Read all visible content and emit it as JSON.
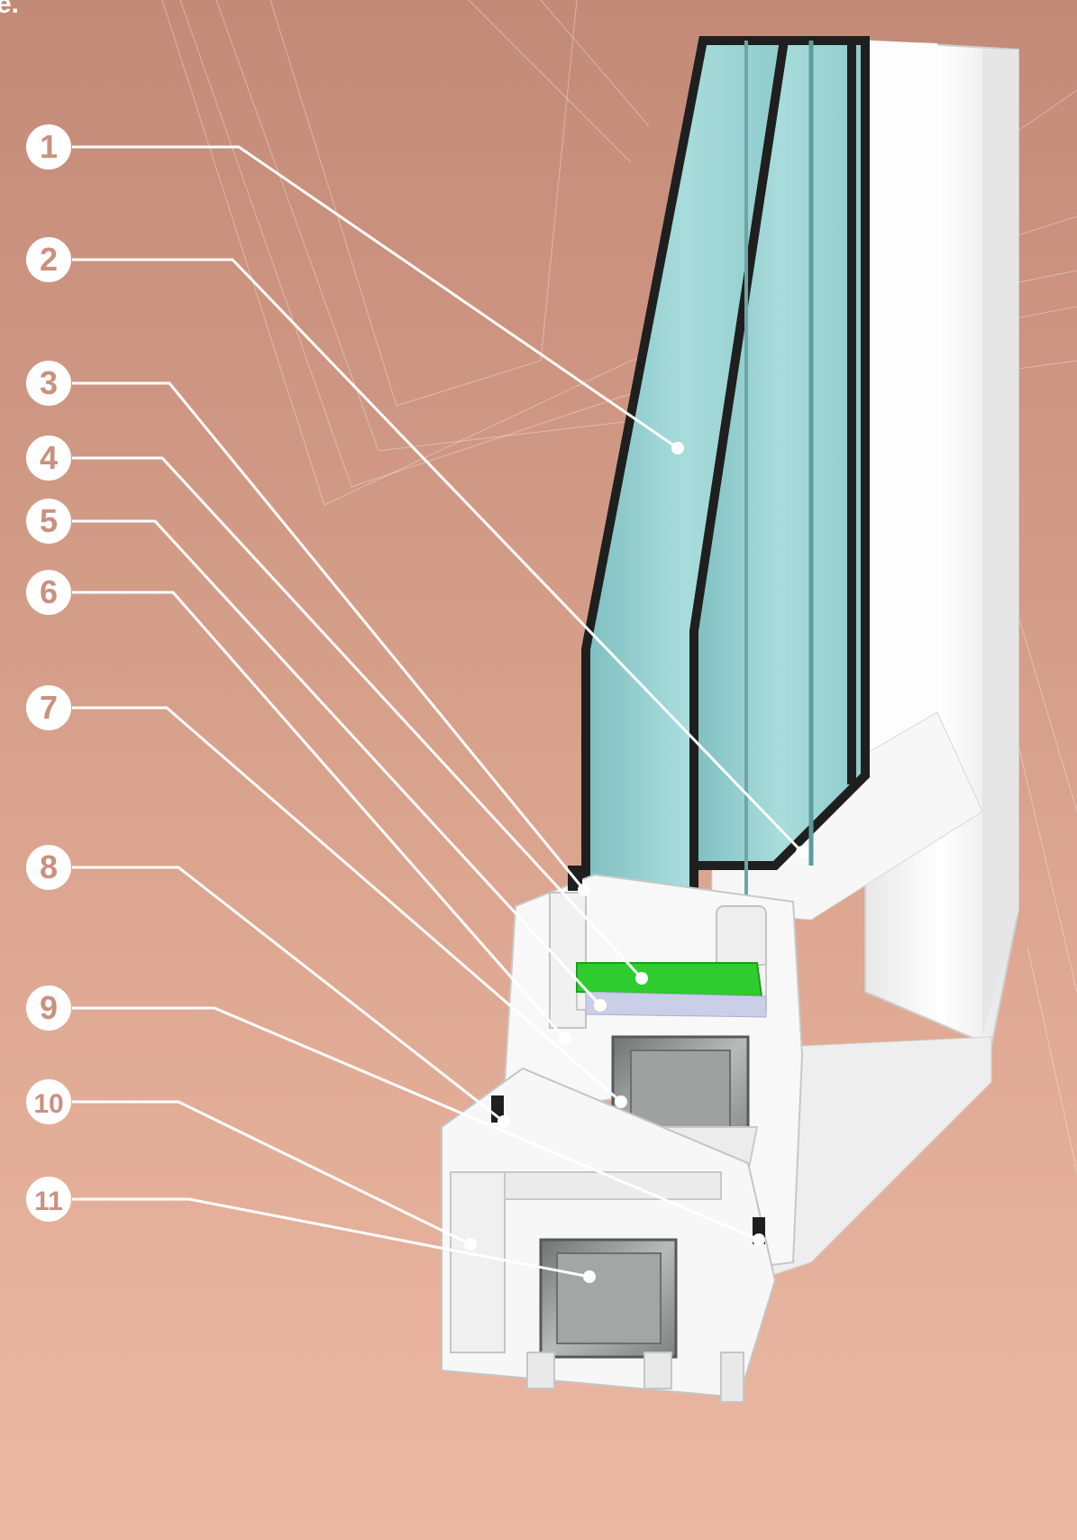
{
  "corner_text": "e.",
  "colors": {
    "background_top": "#c38a78",
    "background_bottom": "#ebb8a4",
    "leader_line": "#ffffff",
    "badge_fill": "#ffffff",
    "badge_text": "#c9917e",
    "glass": "#9fd3d3",
    "frame": "#f4f4f4",
    "gasket": "#1f1f1f",
    "glazing_block": "#2ecc2e",
    "steel": "#8f9493"
  },
  "callouts": [
    {
      "number": "1"
    },
    {
      "number": "2"
    },
    {
      "number": "3"
    },
    {
      "number": "4"
    },
    {
      "number": "5"
    },
    {
      "number": "6"
    },
    {
      "number": "7"
    },
    {
      "number": "8"
    },
    {
      "number": "9"
    },
    {
      "number": "10"
    },
    {
      "number": "11"
    }
  ]
}
